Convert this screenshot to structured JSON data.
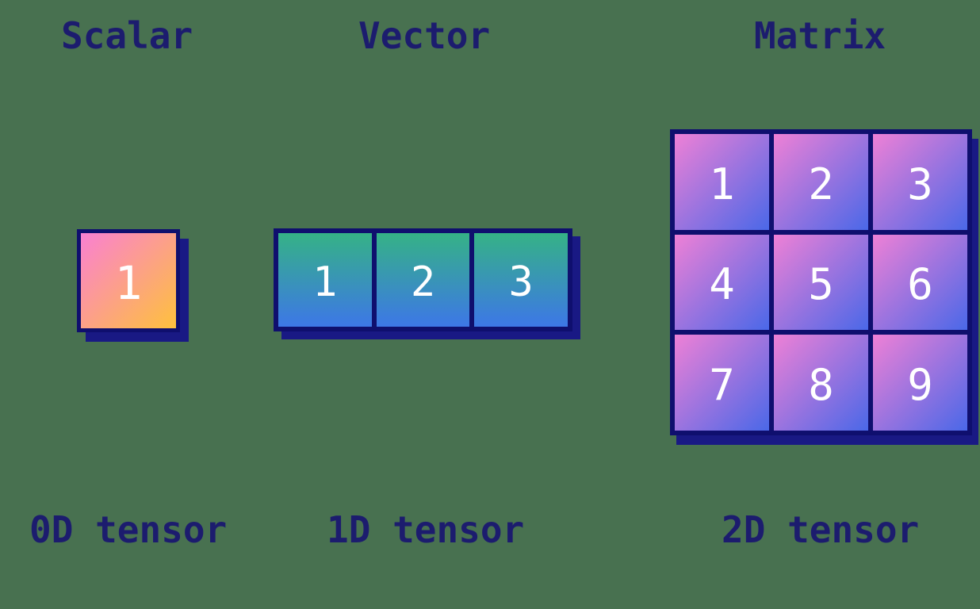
{
  "colors": {
    "background": "#487150",
    "heading_text": "#1c1c6e",
    "cell_border": "#0f0f6e",
    "shadow": "#191984",
    "cell_number_text": "#ffffff"
  },
  "groups": [
    {
      "title": "Scalar",
      "caption": "0D tensor",
      "rows": 1,
      "cols": 1,
      "cells": [
        "1"
      ],
      "gradient": {
        "direction": "135deg",
        "from": "#fa80d2",
        "to": "#fec13c"
      }
    },
    {
      "title": "Vector",
      "caption": "1D tensor",
      "rows": 1,
      "cols": 3,
      "cells": [
        "1",
        "2",
        "3"
      ],
      "gradient": {
        "direction": "180deg",
        "from": "#35b286",
        "to": "#3d77e7"
      }
    },
    {
      "title": "Matrix",
      "caption": "2D tensor",
      "rows": 3,
      "cols": 3,
      "cells": [
        "1",
        "2",
        "3",
        "4",
        "5",
        "6",
        "7",
        "8",
        "9"
      ],
      "gradient": {
        "direction": "135deg",
        "from": "#ee80d6",
        "to": "#4a68e8"
      }
    }
  ]
}
